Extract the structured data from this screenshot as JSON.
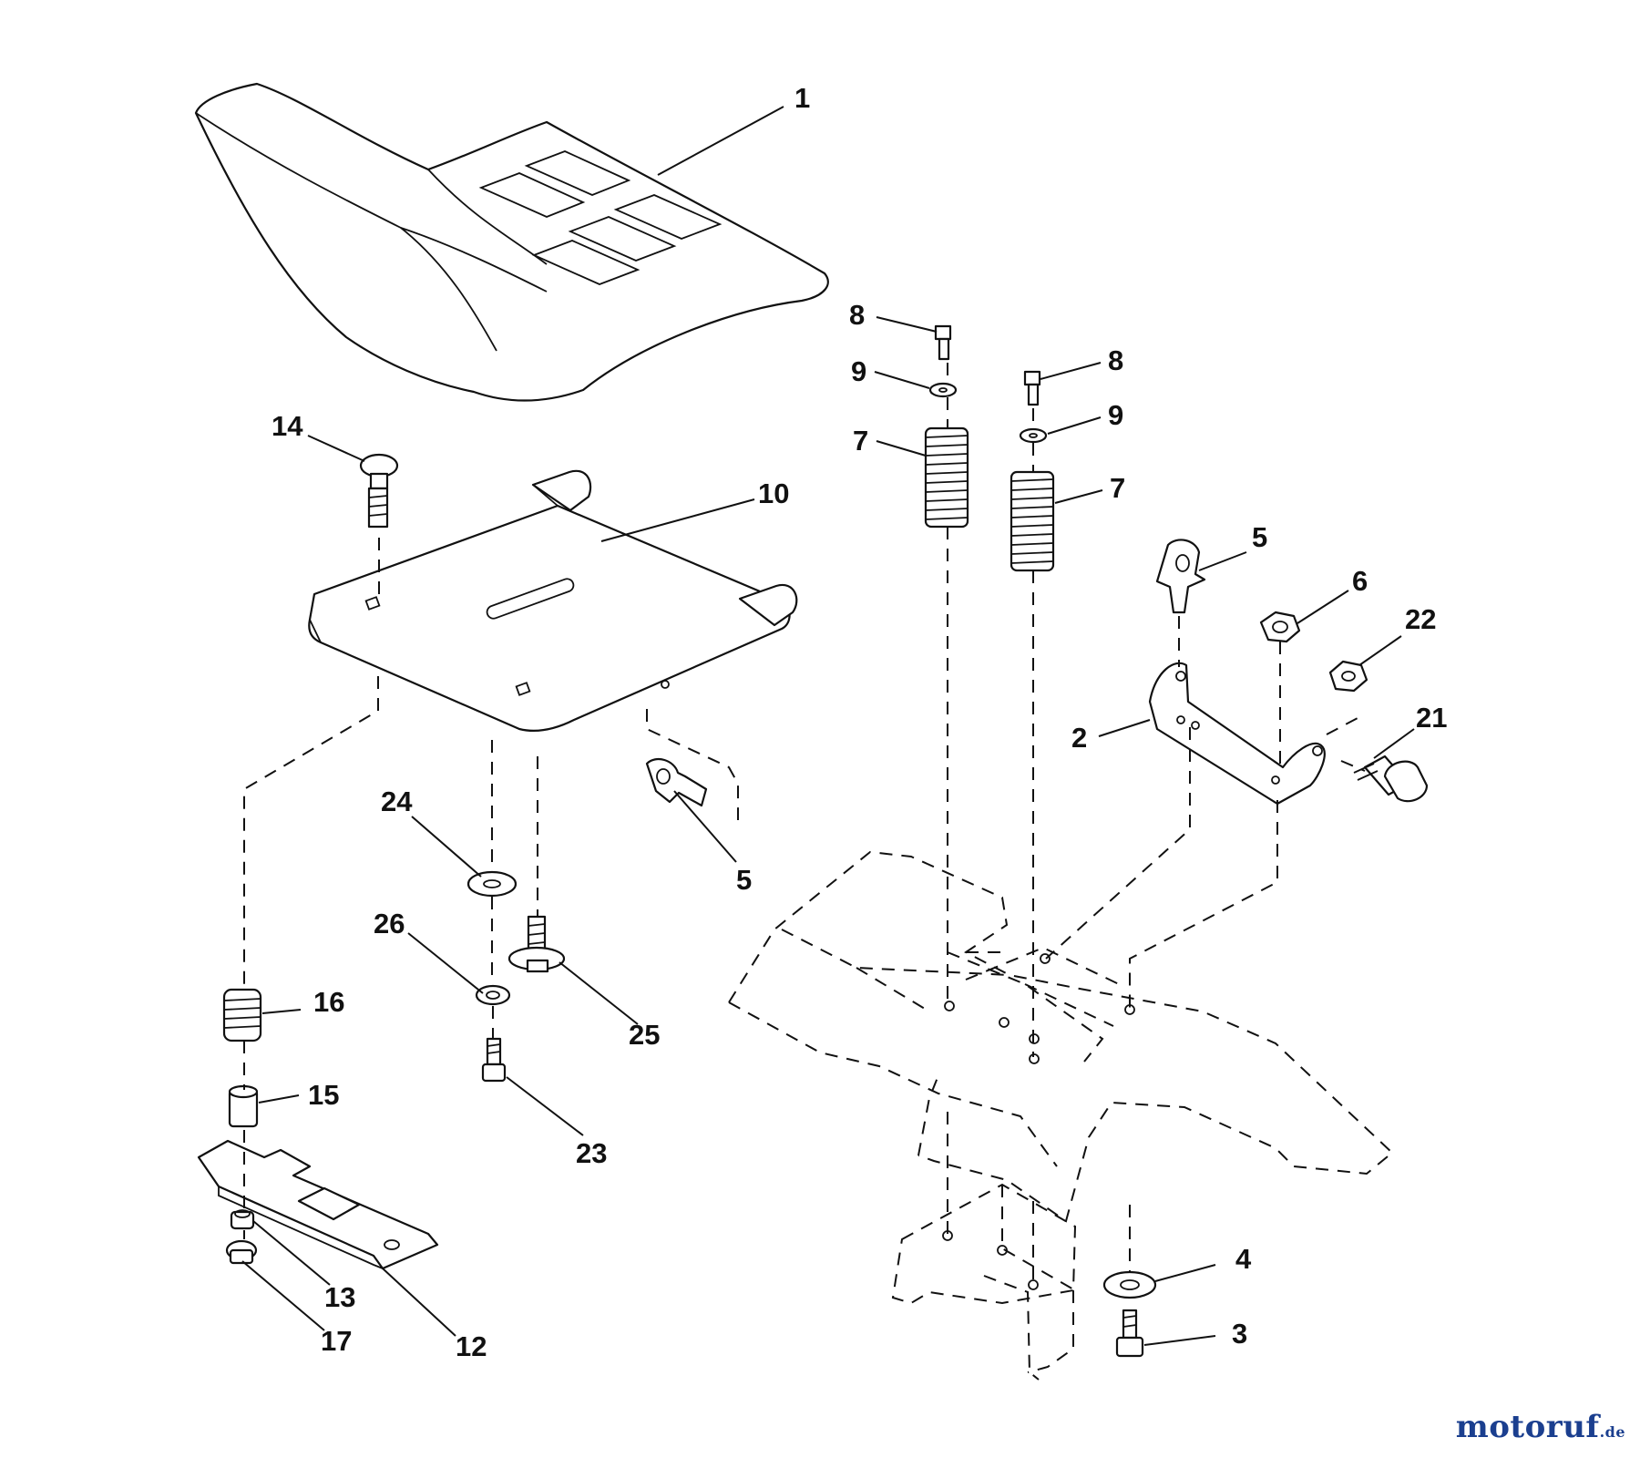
{
  "callouts": [
    {
      "id": "c1",
      "label": "1"
    },
    {
      "id": "c14",
      "label": "14"
    },
    {
      "id": "c10",
      "label": "10"
    },
    {
      "id": "c8a",
      "label": "8"
    },
    {
      "id": "c9a",
      "label": "9"
    },
    {
      "id": "c7a",
      "label": "7"
    },
    {
      "id": "c8b",
      "label": "8"
    },
    {
      "id": "c9b",
      "label": "9"
    },
    {
      "id": "c7b",
      "label": "7"
    },
    {
      "id": "c5a",
      "label": "5"
    },
    {
      "id": "c6",
      "label": "6"
    },
    {
      "id": "c22",
      "label": "22"
    },
    {
      "id": "c2",
      "label": "2"
    },
    {
      "id": "c21",
      "label": "21"
    },
    {
      "id": "c5b",
      "label": "5"
    },
    {
      "id": "c24",
      "label": "24"
    },
    {
      "id": "c26",
      "label": "26"
    },
    {
      "id": "c25",
      "label": "25"
    },
    {
      "id": "c16",
      "label": "16"
    },
    {
      "id": "c15",
      "label": "15"
    },
    {
      "id": "c23",
      "label": "23"
    },
    {
      "id": "c13",
      "label": "13"
    },
    {
      "id": "c17",
      "label": "17"
    },
    {
      "id": "c12",
      "label": "12"
    },
    {
      "id": "c4",
      "label": "4"
    },
    {
      "id": "c3",
      "label": "3"
    }
  ],
  "watermark": {
    "brand": "motoruf",
    "suffix": ".de"
  }
}
